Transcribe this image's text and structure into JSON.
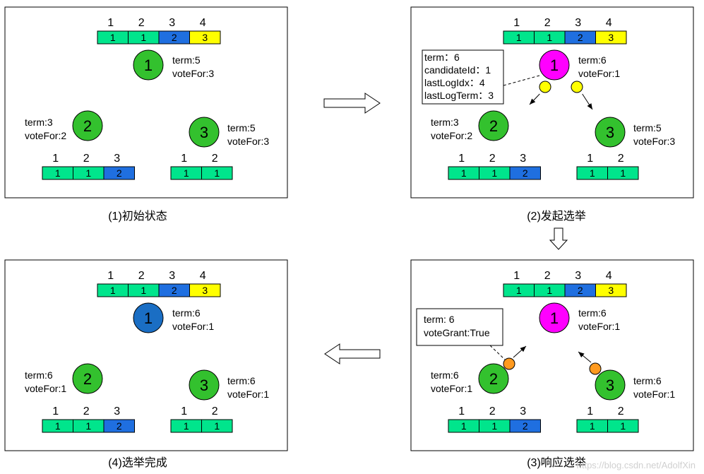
{
  "colors": {
    "green_cell": "#00e58c",
    "blue_cell": "#1f6fe0",
    "yellow_cell": "#ffff00",
    "node_green": "#33c12e",
    "node_magenta": "#ff00ff",
    "node_blue": "#1a6ec4",
    "msg_yellow": "#ffff00",
    "msg_orange": "#ff9a1f"
  },
  "panels": [
    {
      "caption": "(1)初始状态",
      "leader": {
        "id": "1",
        "color": "#33c12e",
        "info": [
          "term:5",
          "voteFor:3"
        ],
        "log_idx": [
          "1",
          "2",
          "3",
          "4"
        ],
        "log": [
          [
            "1",
            "#00e58c"
          ],
          [
            "1",
            "#00e58c"
          ],
          [
            "2",
            "#1f6fe0"
          ],
          [
            "3",
            "#ffff00"
          ]
        ]
      },
      "left": {
        "id": "2",
        "color": "#33c12e",
        "info": [
          "term:3",
          "voteFor:2"
        ],
        "log_idx": [
          "1",
          "2",
          "3"
        ],
        "log": [
          [
            "1",
            "#00e58c"
          ],
          [
            "1",
            "#00e58c"
          ],
          [
            "2",
            "#1f6fe0"
          ]
        ]
      },
      "right": {
        "id": "3",
        "color": "#33c12e",
        "info": [
          "term:5",
          "voteFor:3"
        ],
        "log_idx": [
          "1",
          "2"
        ],
        "log": [
          [
            "1",
            "#00e58c"
          ],
          [
            "1",
            "#00e58c"
          ]
        ]
      }
    },
    {
      "caption": "(2)发起选举",
      "leader": {
        "id": "1",
        "color": "#ff00ff",
        "info": [
          "term:6",
          "voteFor:1"
        ],
        "log_idx": [
          "1",
          "2",
          "3",
          "4"
        ],
        "log": [
          [
            "1",
            "#00e58c"
          ],
          [
            "1",
            "#00e58c"
          ],
          [
            "2",
            "#1f6fe0"
          ],
          [
            "3",
            "#ffff00"
          ]
        ]
      },
      "left": {
        "id": "2",
        "color": "#33c12e",
        "info": [
          "term:3",
          "voteFor:2"
        ],
        "log_idx": [
          "1",
          "2",
          "3"
        ],
        "log": [
          [
            "1",
            "#00e58c"
          ],
          [
            "1",
            "#00e58c"
          ],
          [
            "2",
            "#1f6fe0"
          ]
        ]
      },
      "right": {
        "id": "3",
        "color": "#33c12e",
        "info": [
          "term:5",
          "voteFor:3"
        ],
        "log_idx": [
          "1",
          "2"
        ],
        "log": [
          [
            "1",
            "#00e58c"
          ],
          [
            "1",
            "#00e58c"
          ]
        ]
      },
      "message": [
        "term：6",
        "candidateId：1",
        "lastLogIdx：4",
        "lastLogTerm：3"
      ]
    },
    {
      "caption": "(3)响应选举",
      "leader": {
        "id": "1",
        "color": "#ff00ff",
        "info": [
          "term:6",
          "voteFor:1"
        ],
        "log_idx": [
          "1",
          "2",
          "3",
          "4"
        ],
        "log": [
          [
            "1",
            "#00e58c"
          ],
          [
            "1",
            "#00e58c"
          ],
          [
            "2",
            "#1f6fe0"
          ],
          [
            "3",
            "#ffff00"
          ]
        ]
      },
      "left": {
        "id": "2",
        "color": "#33c12e",
        "info": [
          "term:6",
          "voteFor:1"
        ],
        "log_idx": [
          "1",
          "2",
          "3"
        ],
        "log": [
          [
            "1",
            "#00e58c"
          ],
          [
            "1",
            "#00e58c"
          ],
          [
            "2",
            "#1f6fe0"
          ]
        ]
      },
      "right": {
        "id": "3",
        "color": "#33c12e",
        "info": [
          "term:6",
          "voteFor:1"
        ],
        "log_idx": [
          "1",
          "2"
        ],
        "log": [
          [
            "1",
            "#00e58c"
          ],
          [
            "1",
            "#00e58c"
          ]
        ]
      },
      "message": [
        "term: 6",
        "voteGrant:True"
      ]
    },
    {
      "caption": "(4)选举完成",
      "leader": {
        "id": "1",
        "color": "#1a6ec4",
        "info": [
          "term:6",
          "voteFor:1"
        ],
        "log_idx": [
          "1",
          "2",
          "3",
          "4"
        ],
        "log": [
          [
            "1",
            "#00e58c"
          ],
          [
            "1",
            "#00e58c"
          ],
          [
            "2",
            "#1f6fe0"
          ],
          [
            "3",
            "#ffff00"
          ]
        ]
      },
      "left": {
        "id": "2",
        "color": "#33c12e",
        "info": [
          "term:6",
          "voteFor:1"
        ],
        "log_idx": [
          "1",
          "2",
          "3"
        ],
        "log": [
          [
            "1",
            "#00e58c"
          ],
          [
            "1",
            "#00e58c"
          ],
          [
            "2",
            "#1f6fe0"
          ]
        ]
      },
      "right": {
        "id": "3",
        "color": "#33c12e",
        "info": [
          "term:6",
          "voteFor:1"
        ],
        "log_idx": [
          "1",
          "2"
        ],
        "log": [
          [
            "1",
            "#00e58c"
          ],
          [
            "1",
            "#00e58c"
          ]
        ]
      }
    }
  ],
  "watermark": "https://blog.csdn.net/AdolfXin"
}
